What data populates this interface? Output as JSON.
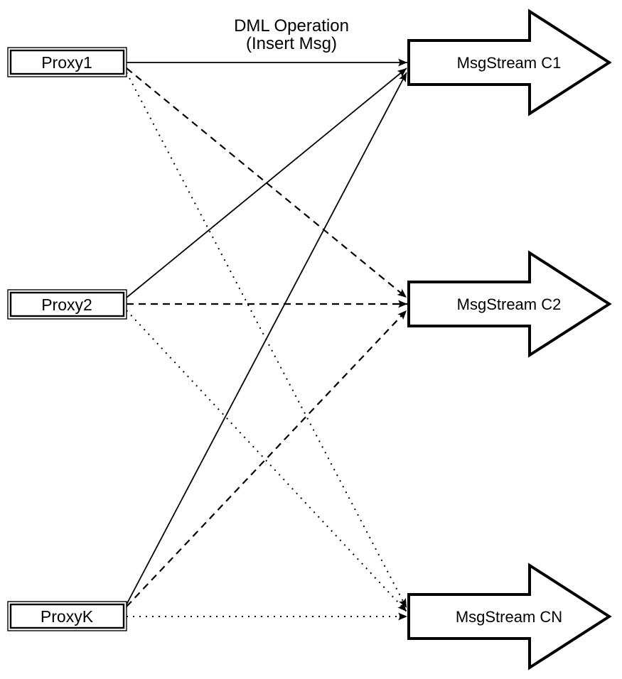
{
  "diagram": {
    "title": {
      "line1": "DML Operation",
      "line2": "(Insert Msg)"
    },
    "proxies": [
      {
        "id": "proxy1",
        "label": "Proxy1"
      },
      {
        "id": "proxy2",
        "label": "Proxy2"
      },
      {
        "id": "proxyk",
        "label": "ProxyK"
      }
    ],
    "streams": [
      {
        "id": "stream-c1",
        "label": "MsgStream C1"
      },
      {
        "id": "stream-c2",
        "label": "MsgStream C2"
      },
      {
        "id": "stream-cn",
        "label": "MsgStream CN"
      }
    ],
    "edges": [
      {
        "from": "Proxy1",
        "to": "MsgStream C1",
        "style": "solid"
      },
      {
        "from": "Proxy1",
        "to": "MsgStream C2",
        "style": "dashed"
      },
      {
        "from": "Proxy1",
        "to": "MsgStream CN",
        "style": "dotted"
      },
      {
        "from": "Proxy2",
        "to": "MsgStream C1",
        "style": "solid"
      },
      {
        "from": "Proxy2",
        "to": "MsgStream C2",
        "style": "dashed"
      },
      {
        "from": "Proxy2",
        "to": "MsgStream CN",
        "style": "dotted"
      },
      {
        "from": "ProxyK",
        "to": "MsgStream C1",
        "style": "solid"
      },
      {
        "from": "ProxyK",
        "to": "MsgStream C2",
        "style": "dashed"
      },
      {
        "from": "ProxyK",
        "to": "MsgStream CN",
        "style": "dotted"
      }
    ],
    "colors": {
      "line": "#000000",
      "shape_fill": "#ffffff",
      "background": "#ffffff"
    }
  }
}
